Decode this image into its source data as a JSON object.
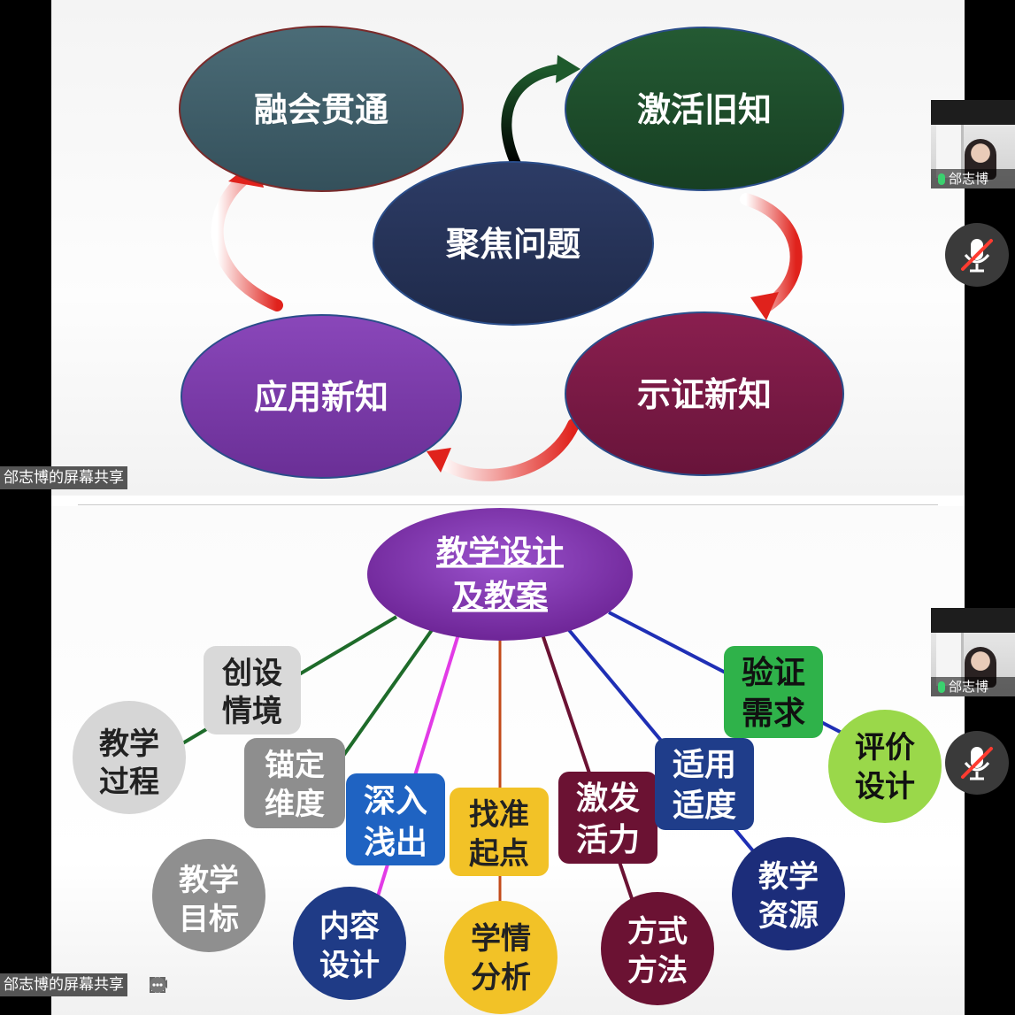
{
  "slide1": {
    "nodes": [
      {
        "id": "rong",
        "label": "融会贯通",
        "color": "#3f5f6a"
      },
      {
        "id": "ji",
        "label": "激活旧知",
        "color": "#1e4d2b"
      },
      {
        "id": "ju",
        "label": "聚焦问题",
        "color": "#28345a"
      },
      {
        "id": "ying",
        "label": "应用新知",
        "color": "#7a3aa8"
      },
      {
        "id": "shi",
        "label": "示证新知",
        "color": "#7a1a44"
      }
    ],
    "arrow_color": "#e0221c"
  },
  "slide2": {
    "title_line1": "教学设计",
    "title_line2": "及教案",
    "title_color": "#7b2fa8",
    "nodes": [
      {
        "id": "chuang",
        "line1": "创设",
        "line2": "情境",
        "bg": "#d9d9d9",
        "fg": "#222"
      },
      {
        "id": "jiaoxue_guo",
        "line1": "教学",
        "line2": "过程",
        "bg": "#d6d6d6",
        "fg": "#222"
      },
      {
        "id": "mao",
        "line1": "锚定",
        "line2": "维度",
        "bg": "#8e8e8e",
        "fg": "#fff"
      },
      {
        "id": "mubiao",
        "line1": "教学",
        "line2": "目标",
        "bg": "#8f8f8f",
        "fg": "#fff"
      },
      {
        "id": "shenru",
        "line1": "深入",
        "line2": "浅出",
        "bg": "#1f63c2",
        "fg": "#fff"
      },
      {
        "id": "neirong",
        "line1": "内容",
        "line2": "设计",
        "bg": "#1f3b86",
        "fg": "#fff"
      },
      {
        "id": "zhaozhun",
        "line1": "找准",
        "line2": "起点",
        "bg": "#f2c227",
        "fg": "#222"
      },
      {
        "id": "xueqing",
        "line1": "学情",
        "line2": "分析",
        "bg": "#f2c227",
        "fg": "#222"
      },
      {
        "id": "jifa",
        "line1": "激发",
        "line2": "活力",
        "bg": "#6b1233",
        "fg": "#fff"
      },
      {
        "id": "fangshi",
        "line1": "方式",
        "line2": "方法",
        "bg": "#6b1233",
        "fg": "#fff"
      },
      {
        "id": "shiyong",
        "line1": "适用",
        "line2": "适度",
        "bg": "#1f3d8a",
        "fg": "#fff"
      },
      {
        "id": "ziyuan",
        "line1": "教学",
        "line2": "资源",
        "bg": "#1c2d7a",
        "fg": "#fff"
      },
      {
        "id": "yanzheng",
        "line1": "验证",
        "line2": "需求",
        "bg": "#2fb24a",
        "fg": "#111"
      },
      {
        "id": "pingjia",
        "line1": "评价",
        "line2": "设计",
        "bg": "#9ad84a",
        "fg": "#111"
      }
    ]
  },
  "screen_share_label": "郃志博的屏幕共享",
  "participant_name": "郃志博",
  "toolbar_icons": [
    "screenshot-icon",
    "camera-icon",
    "chat-icon",
    "more-icon"
  ]
}
